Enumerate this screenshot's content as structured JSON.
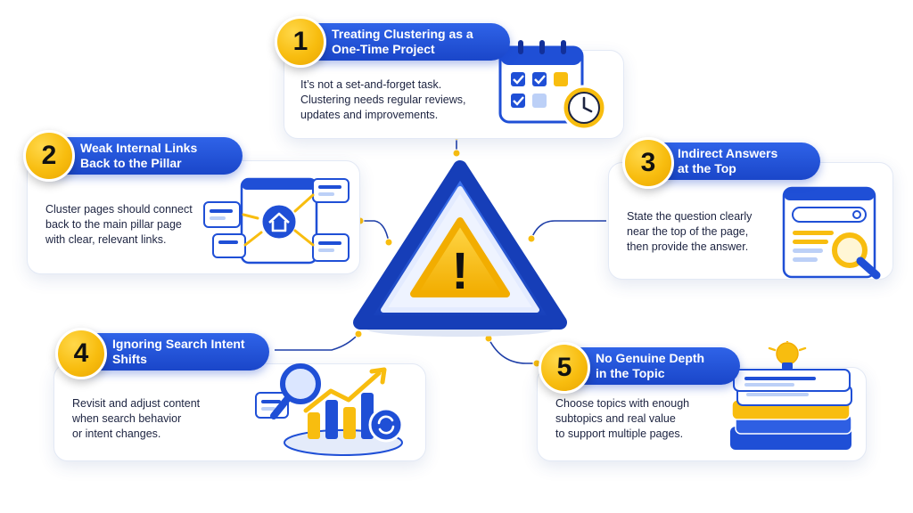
{
  "colors": {
    "primary_blue": "#1f4fd6",
    "accent_yellow": "#f8bd0f",
    "text_dark": "#1c2340",
    "card_border": "#e3e9f5"
  },
  "center": {
    "icon": "warning-triangle-icon",
    "symbol": "!"
  },
  "items": [
    {
      "number": "1",
      "title_lines": [
        "Treating Clustering as a",
        "One-Time Project"
      ],
      "desc_lines": [
        "It’s not a set-and-forget task.",
        "Clustering needs regular reviews,",
        "updates and improvements."
      ],
      "icon": "calendar-clock-icon"
    },
    {
      "number": "2",
      "title_lines": [
        "Weak Internal Links",
        "Back to the Pillar"
      ],
      "desc_lines": [
        "Cluster pages should connect",
        "back to the main pillar page",
        "with clear, relevant links."
      ],
      "icon": "linked-pages-home-icon"
    },
    {
      "number": "3",
      "title_lines": [
        "Indirect Answers",
        "at the Top"
      ],
      "desc_lines": [
        "State the question clearly",
        "near the top of the page,",
        "then provide the answer."
      ],
      "icon": "browser-search-icon"
    },
    {
      "number": "4",
      "title_lines": [
        "Ignoring Search Intent",
        "Shifts"
      ],
      "desc_lines": [
        "Revisit and adjust content",
        "when search behavior",
        "or intent changes."
      ],
      "icon": "chart-magnifier-refresh-icon"
    },
    {
      "number": "5",
      "title_lines": [
        "No Genuine Depth",
        "in the Topic"
      ],
      "desc_lines": [
        "Choose topics with enough",
        "subtopics and real value",
        "to support multiple pages."
      ],
      "icon": "stacked-pages-lightbulb-icon"
    }
  ]
}
